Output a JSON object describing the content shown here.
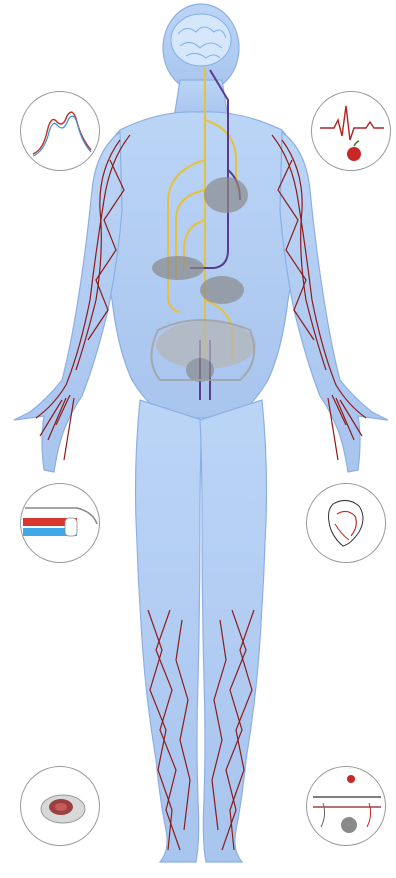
{
  "figure": {
    "insets": [
      {
        "id": "inset-tl",
        "icon": "waveform-curve-icon"
      },
      {
        "id": "inset-tr",
        "icon": "heartbeat-apple-icon"
      },
      {
        "id": "inset-ml",
        "icon": "vessel-cross-section-icon"
      },
      {
        "id": "inset-mr",
        "icon": "heart-sketch-icon"
      },
      {
        "id": "inset-bl",
        "icon": "skin-lesion-icon"
      },
      {
        "id": "inset-br",
        "icon": "nerve-fiber-icon"
      }
    ],
    "colors": {
      "body_fill": "#a9c7f0",
      "body_outline": "#7ea6df",
      "vessels": "#8b1a1a",
      "nerves": "#e8c33a",
      "vagus": "#5a3a8c",
      "organs": "#7c7c7c",
      "brain": "#cfe2fb"
    }
  }
}
